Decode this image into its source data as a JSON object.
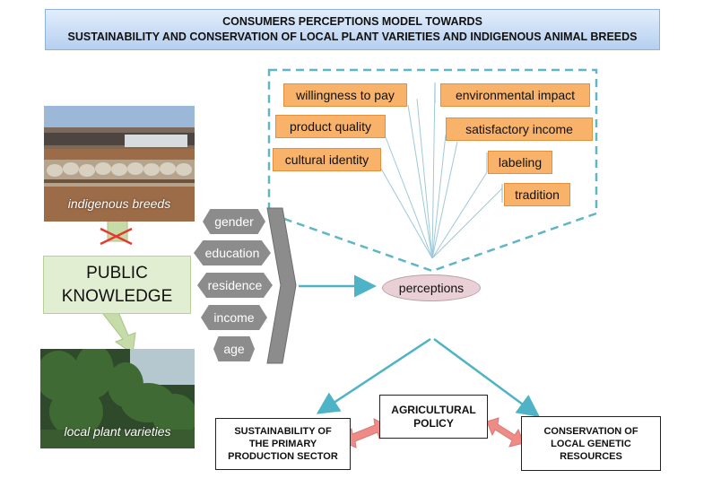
{
  "title": {
    "line1": "CONSUMERS PERCEPTIONS MODEL TOWARDS",
    "line2": "SUSTAINABILITY AND CONSERVATION OF LOCAL PLANT VARIETIES AND INDIGENOUS ANIMAL BREEDS"
  },
  "perception_factors": {
    "willingness": "willingness to pay",
    "quality": "product quality",
    "cultural": "cultural identity",
    "environmental": "environmental impact",
    "income": "satisfactory income",
    "labeling": "labeling",
    "tradition": "tradition"
  },
  "photos": {
    "breeds_caption": "indigenous breeds",
    "plants_caption": "local plant varieties"
  },
  "public_knowledge": {
    "line1": "PUBLIC",
    "line2": "KNOWLEDGE"
  },
  "demographics": [
    "gender",
    "education",
    "residence",
    "income",
    "age"
  ],
  "perceptions_label": "perceptions",
  "outcomes": {
    "sustainability": [
      "SUSTAINABILITY OF",
      "THE PRIMARY",
      "PRODUCTION SECTOR"
    ],
    "policy": [
      "AGRICULTURAL",
      "POLICY"
    ],
    "conservation": [
      "CONSERVATION OF",
      "LOCAL GENETIC",
      "RESOURCES"
    ]
  },
  "colors": {
    "tag_fill": "#f8b26a",
    "dashed_border": "#5fb6c4",
    "arrow_teal": "#4fb3c6",
    "red_arrow": "#ef8b86",
    "demo_gray": "#8c8c8c"
  }
}
